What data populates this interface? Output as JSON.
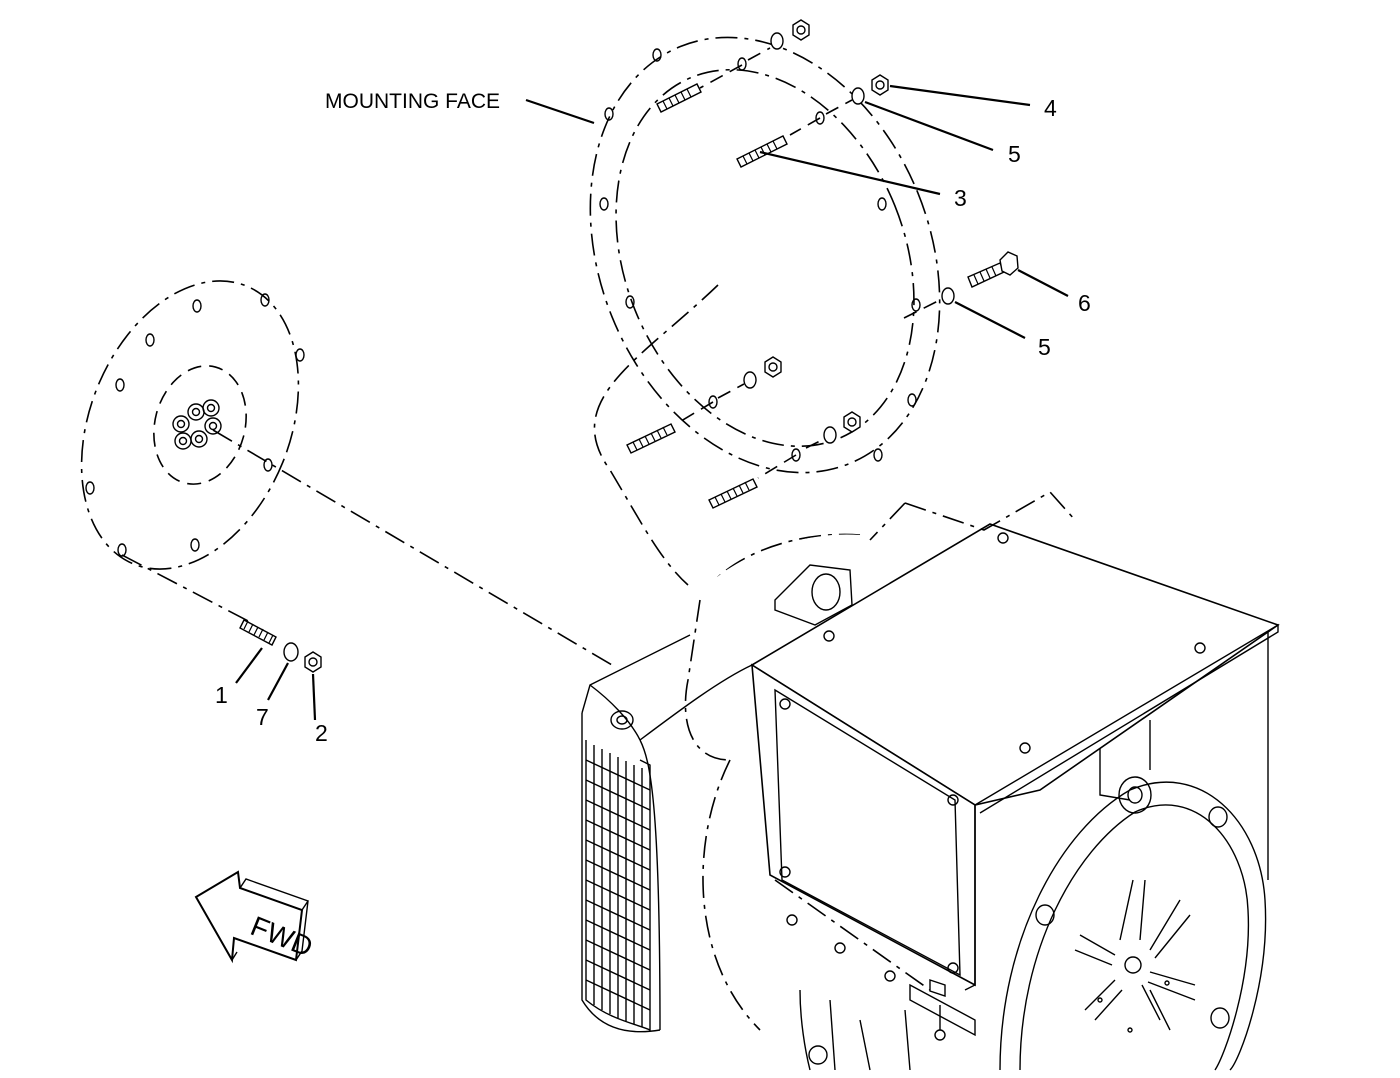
{
  "labels": {
    "mounting_face": "MOUNTING FACE",
    "fwd": "FWD"
  },
  "callouts": [
    {
      "id": "1",
      "text": "1"
    },
    {
      "id": "7",
      "text": "7"
    },
    {
      "id": "2",
      "text": "2"
    },
    {
      "id": "4",
      "text": "4"
    },
    {
      "id": "5a",
      "text": "5"
    },
    {
      "id": "3",
      "text": "3"
    },
    {
      "id": "6",
      "text": "6"
    },
    {
      "id": "5b",
      "text": "5"
    }
  ]
}
